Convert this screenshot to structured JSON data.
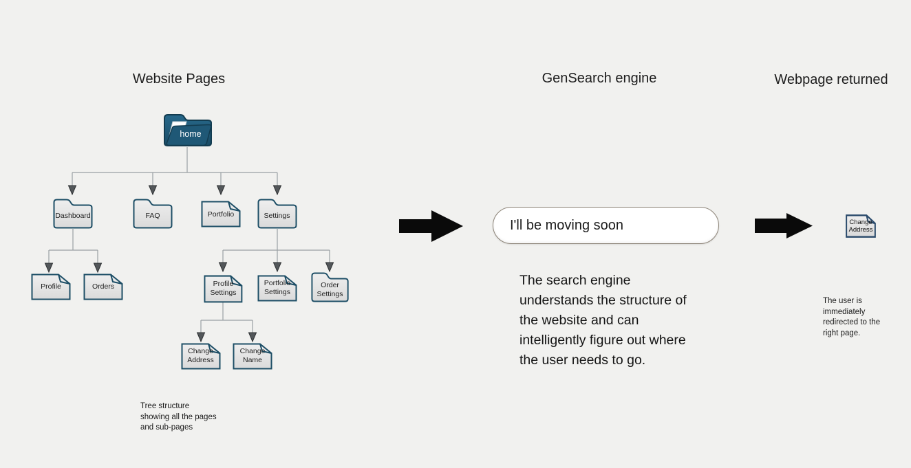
{
  "columns": {
    "left": {
      "title": "Website Pages",
      "caption": "Tree structure\nshowing all the pages\nand sub-pages"
    },
    "middle": {
      "title": "GenSearch engine",
      "search_query": "I'll be moving soon",
      "description": "The search engine understands the structure of the website and can intelligently figure out where the user needs to go."
    },
    "right": {
      "title": "Webpage returned",
      "result_label": "Change Address",
      "caption": "The user is\nimmediately\nredirected to the\nright page."
    }
  },
  "tree": {
    "nodes": {
      "home": {
        "label": "home",
        "type": "folder-dark"
      },
      "dashboard": {
        "label": "Dashboard",
        "type": "folder"
      },
      "faq": {
        "label": "FAQ",
        "type": "folder"
      },
      "portfolio": {
        "label": "Portfolio",
        "type": "page"
      },
      "settings": {
        "label": "Settings",
        "type": "folder"
      },
      "profile": {
        "label": "Profile",
        "type": "page"
      },
      "orders": {
        "label": "Orders",
        "type": "page"
      },
      "profile_settings": {
        "label": "Profile Settings",
        "type": "page"
      },
      "portfolio_settings": {
        "label": "Portfolio Settings",
        "type": "page"
      },
      "order_settings": {
        "label": "Order Settings",
        "type": "folder"
      },
      "change_address": {
        "label": "Change Address",
        "type": "page"
      },
      "change_name": {
        "label": "Change Name",
        "type": "page"
      }
    }
  },
  "colors": {
    "background": "#f1f1ef",
    "node_border": "#1d4e66",
    "node_fill_top": "#efefef",
    "node_fill_bottom": "#dcdcdc",
    "home_folder_fill": "#1f5876",
    "connector_line": "#9aa0a3",
    "arrowhead": "#53575a",
    "flow_arrow": "#0a0a0a",
    "search_border": "#8d8478"
  }
}
